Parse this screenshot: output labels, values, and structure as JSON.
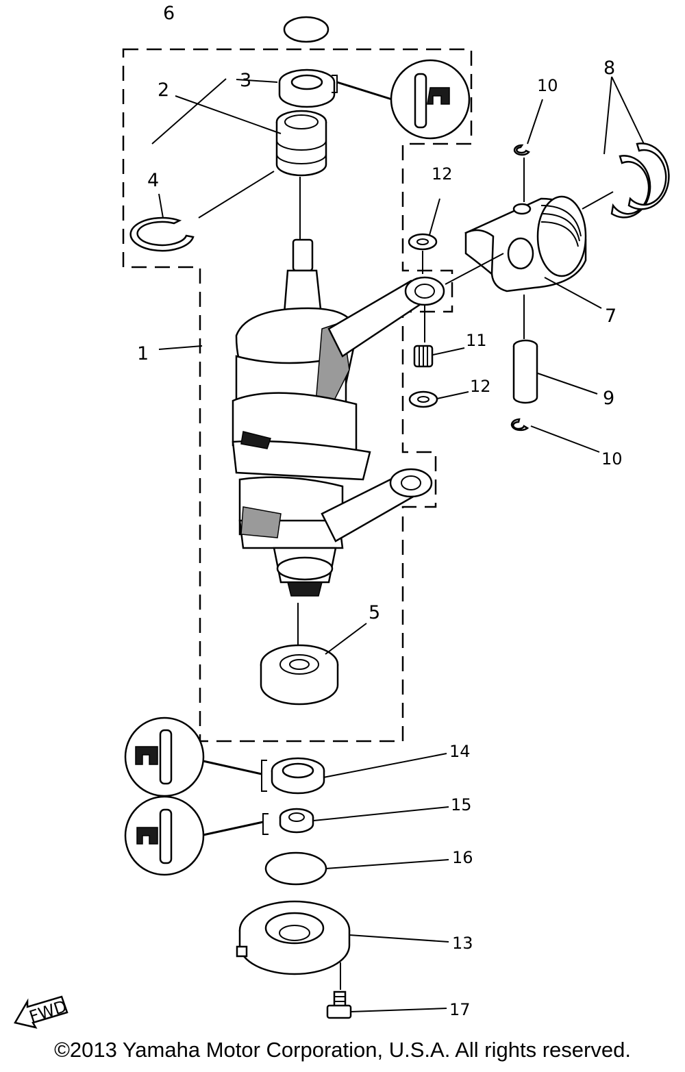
{
  "callouts": {
    "c1": "1",
    "c2": "2",
    "c3": "3",
    "c4": "4",
    "c5": "5",
    "c6": "6",
    "c7": "7",
    "c8": "8",
    "c9": "9",
    "c10a": "10",
    "c10b": "10",
    "c11": "11",
    "c12a": "12",
    "c12b": "12",
    "c13": "13",
    "c14": "14",
    "c15": "15",
    "c16": "16",
    "c17": "17"
  },
  "fwd_label": "FWD",
  "copyright": "©2013 Yamaha Motor Corporation, U.S.A. All rights reserved."
}
